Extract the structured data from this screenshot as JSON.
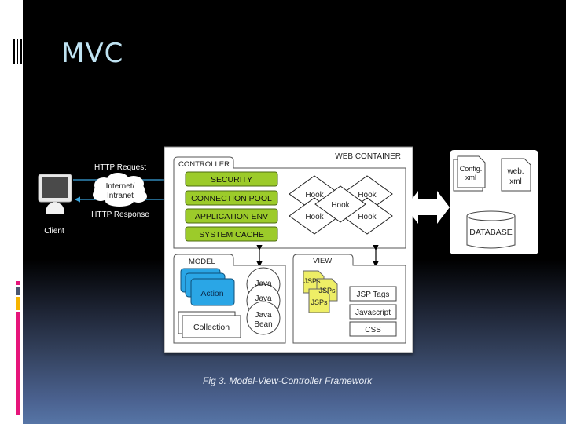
{
  "slide": {
    "title": "MVC",
    "caption": "Fig 3. Model-View-Controller Framework",
    "accent_colors": [
      "#e6157a",
      "#4a5770",
      "#f6b400",
      "#e6157a"
    ]
  },
  "client": {
    "label": "Client",
    "request_label": "HTTP Request",
    "response_label": "HTTP Response",
    "network_line1": "Internet/",
    "network_line2": "Intranet"
  },
  "web_container": {
    "label": "WEB CONTAINER",
    "controller": {
      "label": "CONTROLLER",
      "modules": [
        "SECURITY",
        "CONNECTION POOL",
        "APPLICATION ENV",
        "SYSTEM CACHE"
      ],
      "hooks": [
        "Hook",
        "Hook",
        "Hook",
        "Hook",
        "Hook"
      ]
    },
    "model": {
      "label": "MODEL",
      "action": "Action",
      "collection": "Collection",
      "beans": [
        "Java",
        "Java",
        "Java",
        "Bean"
      ]
    },
    "view": {
      "label": "VIEW",
      "jsps": [
        "JSPs",
        "JSPs",
        "JSPs"
      ],
      "items": [
        "JSP Tags",
        "Javascript",
        "CSS"
      ]
    }
  },
  "resources": {
    "config_line1": "Config.",
    "config_line2": "xml",
    "web_line1": "web.",
    "web_line2": "xml",
    "database": "DATABASE"
  },
  "colors": {
    "title": "#bfe3f2",
    "module_green": "#9ccb2a",
    "action_blue": "#2aa6e6",
    "jsp_yellow": "#eeee66",
    "arrow_blue": "#3aa4dc"
  }
}
